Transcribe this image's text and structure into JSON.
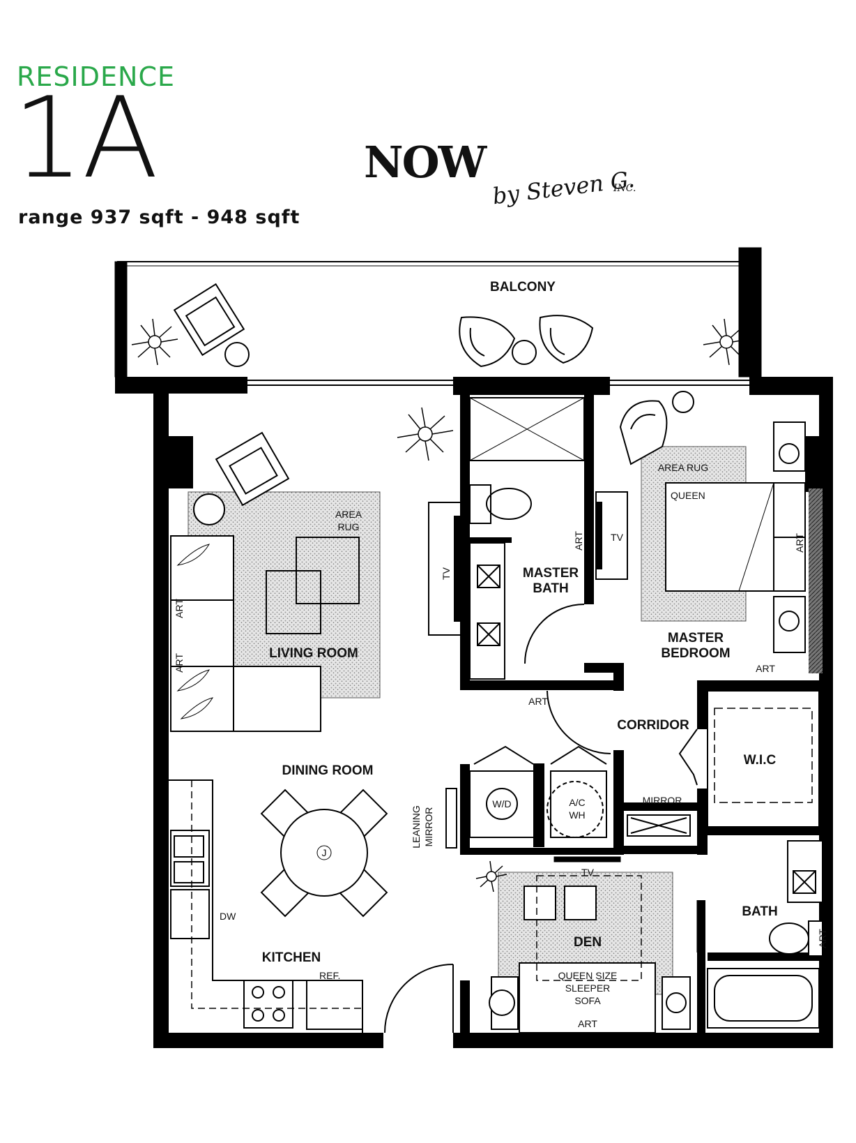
{
  "header": {
    "residence": "RESIDENCE",
    "unit": "1A",
    "range": "range 937 sqft - 948 sqft",
    "brand": "NOW",
    "brand_sub": "by Steven G.",
    "brand_inc": "INC."
  },
  "colors": {
    "residence_green": "#2aa84a",
    "wall": "#000000",
    "rug": "#cfcfcf"
  },
  "rooms": {
    "balcony": "BALCONY",
    "master_bath_1": "MASTER",
    "master_bath_2": "BATH",
    "living_room": "LIVING ROOM",
    "master_bedroom_1": "MASTER",
    "master_bedroom_2": "BEDROOM",
    "corridor": "CORRIDOR",
    "wic": "W.I.C",
    "dining_room": "DINING ROOM",
    "kitchen": "KITCHEN",
    "den": "DEN",
    "bath": "BATH"
  },
  "labels": {
    "area_rug_1": "AREA",
    "area_rug_2": "RUG",
    "area_rug_bedroom": "AREA RUG",
    "queen": "QUEEN",
    "tv": "TV",
    "art": "ART",
    "mirror": "MIRROR",
    "leaning_1": "LEANING",
    "leaning_2": "MIRROR",
    "wd": "W/D",
    "ac_1": "A/C",
    "ac_2": "WH",
    "dw": "DW",
    "ref": "REF.",
    "sofa_1": "QUEEN SIZE",
    "sofa_2": "SLEEPER",
    "sofa_3": "SOFA",
    "table": "J"
  }
}
